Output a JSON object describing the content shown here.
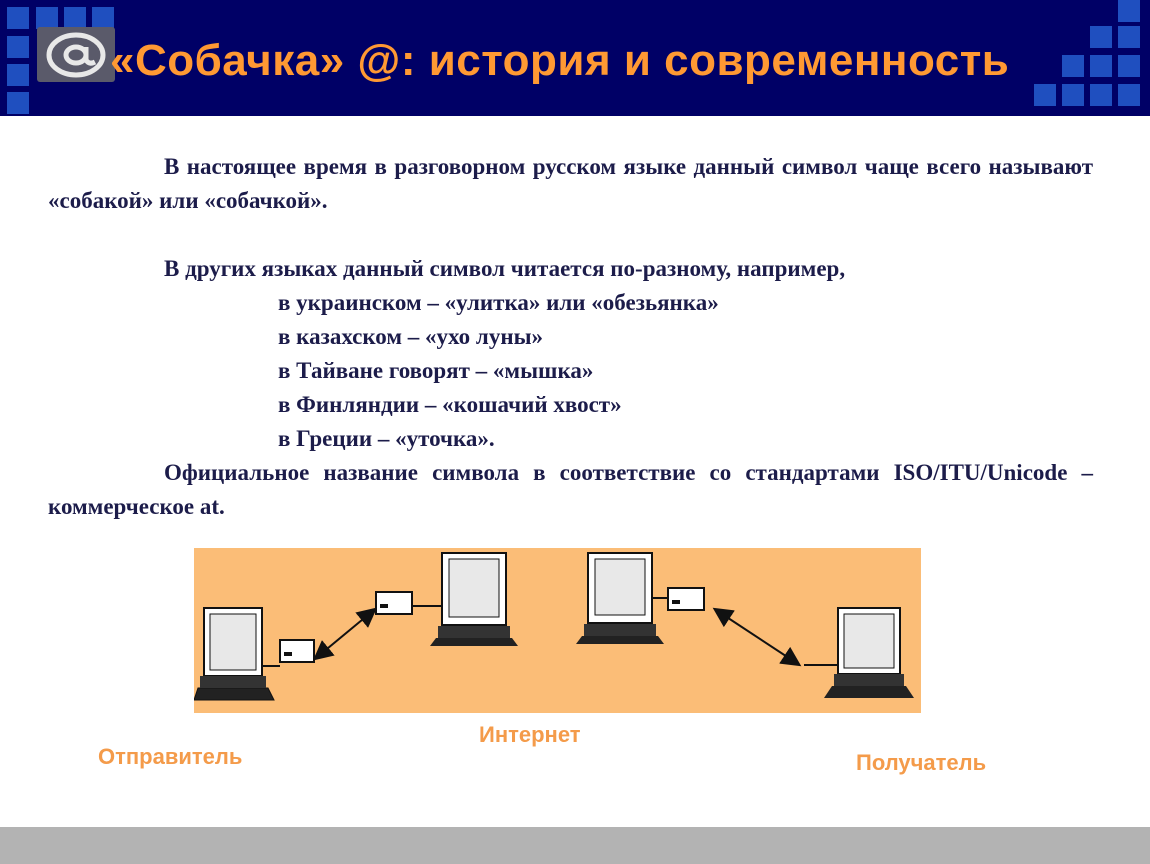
{
  "header": {
    "title": "«Собачка» @: история и современность",
    "logo_icon": "at-sign-icon",
    "background_color": "#000066",
    "title_color": "#ff9933"
  },
  "content": {
    "paragraph1": "В настоящее время  в разговорном русском языке данный символ чаще всего называют «собакой» или «собачкой».",
    "paragraph2_intro": "В других языках данный символ читается по-разному, например,",
    "examples": [
      "в украинском – «улитка» или «обезьянка»",
      "в казахском – «ухо луны»",
      "в Тайване говорят – «мышка»",
      "в Финляндии – «кошачий хвост»",
      "в Греции – «уточка»."
    ],
    "paragraph3": "Официальное название  символа в соответствие  со стандартами ISO/ITU/Unicode – коммерческое at."
  },
  "diagram": {
    "background_color": "#fbbd77",
    "labels": {
      "sender": "Отправитель",
      "internet": "Интернет",
      "receiver": "Получатель"
    },
    "label_color": "#f49b4a"
  }
}
